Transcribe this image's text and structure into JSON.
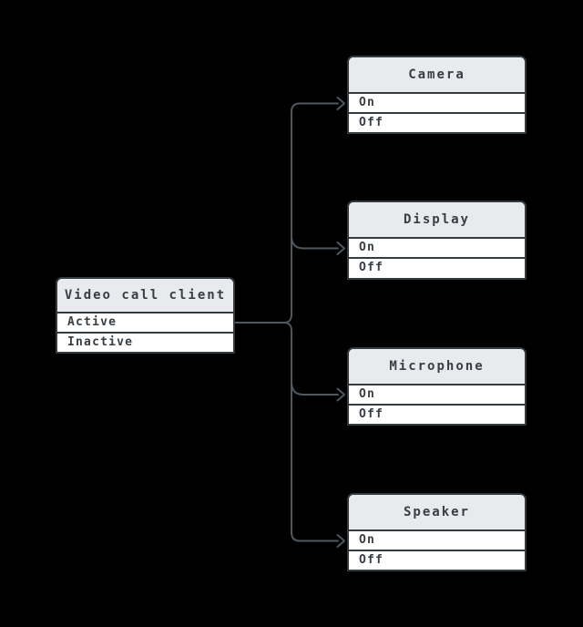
{
  "diagram": {
    "type": "flow",
    "background_color": "#000000",
    "node_border_color": "#333a40",
    "node_header_fill": "#e8eaed",
    "node_row_fill": "#ffffff",
    "text_color": "#373e44",
    "connector_color": "#4f585f",
    "root": {
      "title": "Video call client",
      "rows": [
        "Active",
        "Inactive"
      ]
    },
    "nodes": [
      {
        "title": "Camera",
        "rows": [
          "On",
          "Off"
        ]
      },
      {
        "title": "Display",
        "rows": [
          "On",
          "Off"
        ]
      },
      {
        "title": "Microphone",
        "rows": [
          "On",
          "Off"
        ]
      },
      {
        "title": "Speaker",
        "rows": [
          "On",
          "Off"
        ]
      }
    ],
    "edges": [
      {
        "from": "Video call client",
        "to": "Camera",
        "arrow": "open-chevron"
      },
      {
        "from": "Video call client",
        "to": "Display",
        "arrow": "open-chevron"
      },
      {
        "from": "Video call client",
        "to": "Microphone",
        "arrow": "open-chevron"
      },
      {
        "from": "Video call client",
        "to": "Speaker",
        "arrow": "open-chevron"
      }
    ]
  }
}
